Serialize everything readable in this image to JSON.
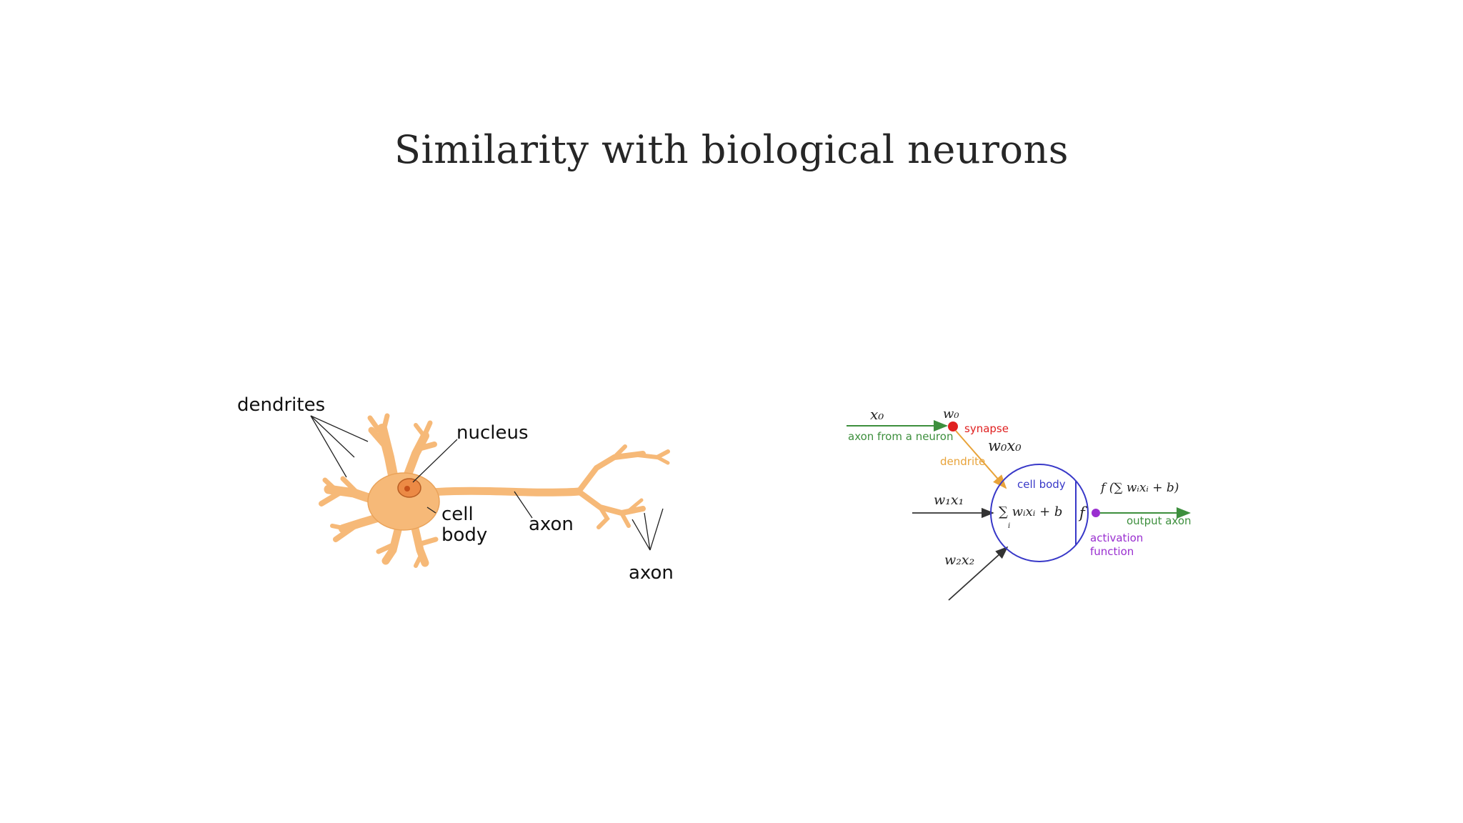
{
  "slide": {
    "title": "Similarity with biological neurons"
  },
  "biological_neuron": {
    "labels": {
      "dendrites": "dendrites",
      "nucleus": "nucleus",
      "cell_line1": "cell",
      "cell_line2": "body",
      "axon_main": "axon",
      "axon_terminal": "axon"
    },
    "colors": {
      "fill": "#f6b978",
      "outline": "#e39b4f",
      "nucleus": "#e07a3a"
    }
  },
  "artificial_neuron": {
    "x0": "x₀",
    "w0": "w₀",
    "synapse": "synapse",
    "axon_from_neuron": "axon from a neuron",
    "w0x0": "w₀x₀",
    "dendrite": "dendrite",
    "w1x1": "w₁x₁",
    "w2x2": "w₂x₂",
    "cell_body": "cell body",
    "sum_expr": "∑ wᵢxᵢ + b",
    "sum_index": "i",
    "f": "f",
    "f_expr": "f (∑ wᵢxᵢ + b)",
    "output_axon": "output axon",
    "activation_line1": "activation",
    "activation_line2": "function",
    "colors": {
      "green": "#3d8f3d",
      "red": "#e02020",
      "orange": "#e8a33a",
      "blue": "#3838c8",
      "purple": "#9a2fd0",
      "dark": "#333333"
    }
  }
}
